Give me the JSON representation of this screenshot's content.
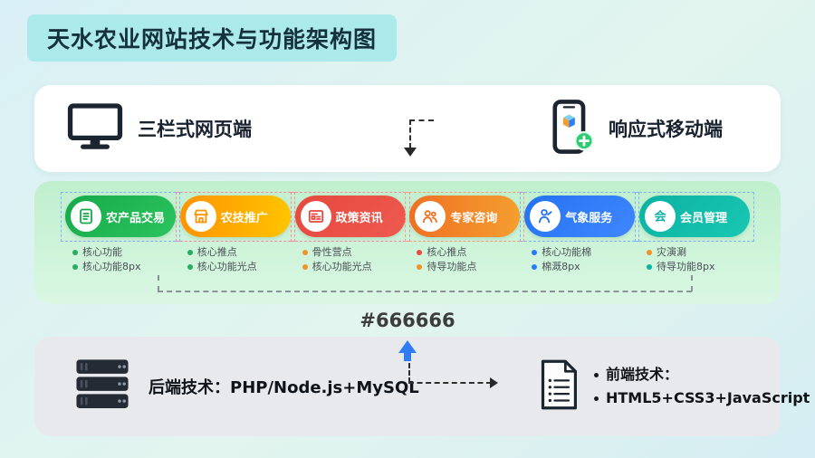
{
  "title": "天水农业网站技术与功能架构图",
  "devices": {
    "web_label": "三栏式网页端",
    "mobile_label": "响应式移动端"
  },
  "modules": [
    {
      "label": "农产品交易",
      "bg": "linear-gradient(135deg,#17a94a,#2bc45e)",
      "icon_color": "#17a94a",
      "icon": "document-icon",
      "sel": "#7fb3ff",
      "bullets": [
        {
          "text": "核心功能",
          "dot": "#27ae60"
        },
        {
          "text": "核心功能8px",
          "dot": "#27ae60"
        }
      ]
    },
    {
      "label": "农技推广",
      "bg": "linear-gradient(90deg,#ff9300,#ffc400)",
      "icon_color": "#ff9300",
      "icon": "store-icon",
      "sel": "#ff8aa0",
      "bullets": [
        {
          "text": "核心推点",
          "dot": "#27ae60"
        },
        {
          "text": "核心功能光点",
          "dot": "#27ae60"
        }
      ]
    },
    {
      "label": "政策资讯",
      "bg": "linear-gradient(135deg,#e6483d,#ee5a50)",
      "icon_color": "#e6483d",
      "icon": "news-icon",
      "sel": "#ff8aa0",
      "bullets": [
        {
          "text": "骨性营点",
          "dot": "#f0932b"
        },
        {
          "text": "核心功能光点",
          "dot": "#f0932b"
        }
      ]
    },
    {
      "label": "专家咨询",
      "bg": "linear-gradient(90deg,#ef7023,#f59e2f)",
      "icon_color": "#ef7023",
      "icon": "experts-icon",
      "sel": "#ff9b7a",
      "bullets": [
        {
          "text": "核心推点",
          "dot": "#e74c3c"
        },
        {
          "text": "待导功能点",
          "dot": "#f0932b"
        }
      ]
    },
    {
      "label": "气象服务",
      "bg": "linear-gradient(135deg,#2472f2,#3f87ff)",
      "icon_color": "#2472f2",
      "icon": "person-icon",
      "sel": "#7fb3ff",
      "bullets": [
        {
          "text": "核心功能棉",
          "dot": "#2979ff"
        },
        {
          "text": "棉溉8px",
          "dot": "#2979ff"
        }
      ]
    },
    {
      "label": "会员管理",
      "bg": "linear-gradient(135deg,#0cb2a2,#18c7b2)",
      "icon_color": "#0cb2a2",
      "icon": "member-icon",
      "sel": "#7fb3ff",
      "bullets": [
        {
          "text": "灾演涮",
          "dot": "#f0932b"
        },
        {
          "text": "待导功能8px",
          "dot": "#0cb2a2"
        }
      ]
    }
  ],
  "center_note": "#666666",
  "tech": {
    "backend_label": "后端技术：PHP/Node.js+MySQL",
    "frontend_title": "前端技术：",
    "frontend_stack": "HTML5+CSS3+JavaScript"
  },
  "colors": {
    "up_arrow": "#2e7df6",
    "title_bg": "#abe9ea"
  }
}
